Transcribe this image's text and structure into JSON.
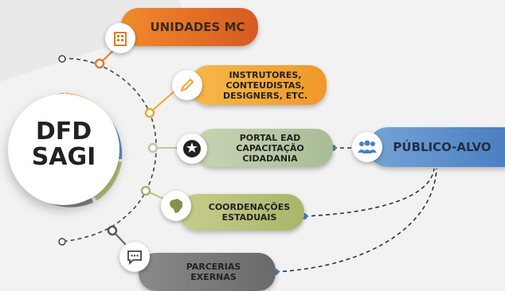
{
  "hub": {
    "line1": "DFD",
    "line2": "SAGI"
  },
  "nodes": {
    "unidades": {
      "label": "UNIDADES MC",
      "color": "#e8782a",
      "icon": "building-icon"
    },
    "instrutores": {
      "line1": "INSTRUTORES,",
      "line2": "CONTEUDISTAS,",
      "line3": "DESIGNERS, ETC.",
      "color": "#f0a52e",
      "icon": "pencil-icon"
    },
    "portal": {
      "line1": "PORTAL EAD",
      "line2": "CAPACITAÇÃO",
      "line3": "CIDADANIA",
      "color": "#b9c8a6",
      "icon": "star-person-icon"
    },
    "coordenacoes": {
      "line1": "COORDENAÇÕES",
      "line2": "ESTADUAIS",
      "color": "#b9c07a",
      "icon": "brazil-map-icon"
    },
    "parcerias": {
      "line1": "PARCERIAS",
      "line2": "EXERNAS",
      "color": "#7a7a7a",
      "icon": "chat-bubble-icon"
    },
    "publico": {
      "label": "PÚBLICO-ALVO",
      "color": "#5e8fc8",
      "icon": "people-group-icon"
    }
  }
}
